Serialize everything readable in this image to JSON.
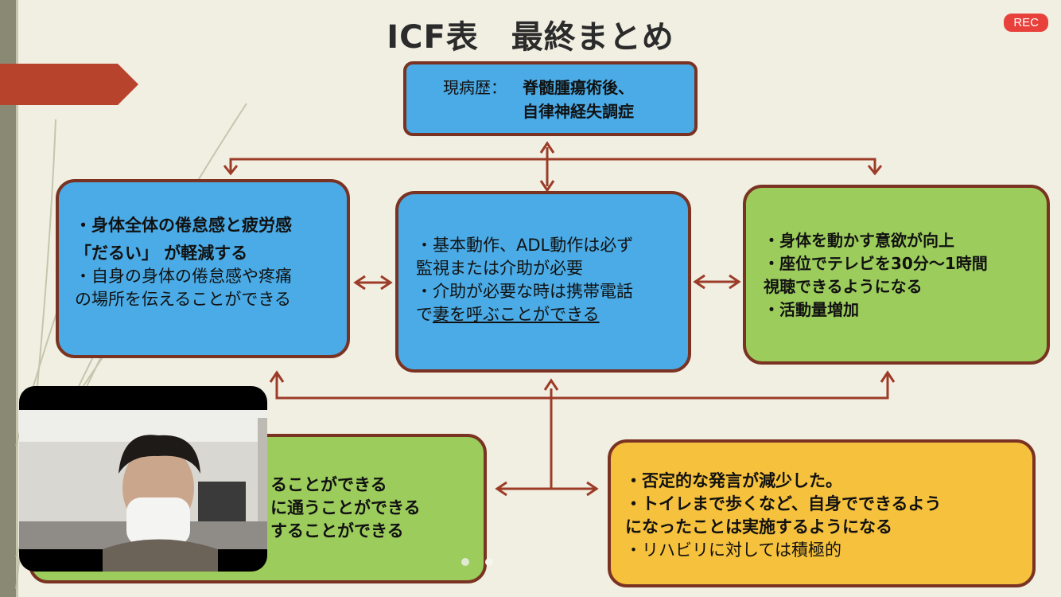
{
  "title": "ICF表　最終まとめ",
  "rec_label": "REC",
  "history": {
    "label": "現病歴：",
    "lines": [
      "脊髄腫瘍術後、",
      "自律神経失調症"
    ]
  },
  "body_function": {
    "lines": [
      "・身体全体の倦怠感と疲労感",
      "「だるい」 が軽減する",
      "・自身の身体の倦怠感や疼痛",
      "の場所を伝えることができる"
    ]
  },
  "activity": {
    "lines": [
      "・基本動作、ADL動作は必ず",
      "監視または介助が必要",
      "・介助が必要な時は携帯電話",
      "妻を呼ぶことができる"
    ],
    "line4_prefix": "で"
  },
  "participation": {
    "lines": [
      "・身体を動かす意欲が向上",
      "・座位でテレビを30分〜1時間",
      "視聴できるようになる",
      "・活動量増加"
    ]
  },
  "environment": {
    "lines": [
      "ることができる",
      "に通うことができる",
      "することができる"
    ]
  },
  "personal": {
    "lines": [
      "・否定的な発言が減少した。",
      "・トイレまで歩くなど、自身でできるよう",
      "になったことは実施するようになる",
      "・リハビリに対しては積極的"
    ]
  },
  "colors": {
    "blue": "#4aabe6",
    "green": "#9ccc5c",
    "orange": "#f6c13c",
    "border": "#7a3322",
    "arrow": "#9c3c28",
    "banner": "#b8432c",
    "rec": "#e8413c"
  },
  "icons": [
    "double-arrow-icon",
    "webcam-video",
    "slide-indicator-dot"
  ]
}
